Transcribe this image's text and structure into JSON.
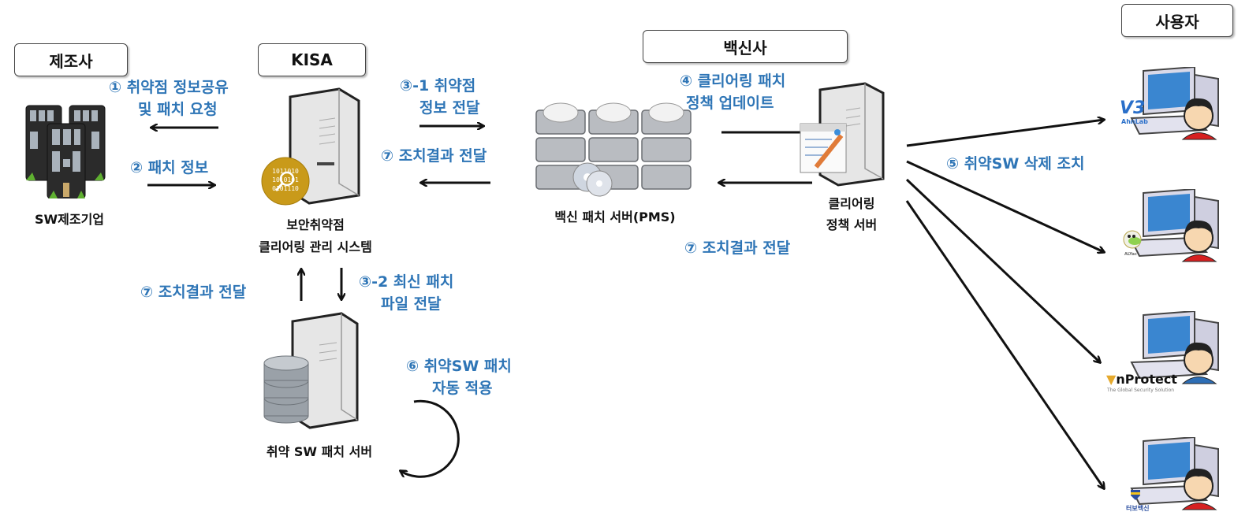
{
  "headers": {
    "manufacturer": "제조사",
    "kisa": "KISA",
    "vaccine": "백신사",
    "user": "사용자"
  },
  "nodes": {
    "sw_maker": "SW제조기업",
    "kisa_system": [
      "보안취약점",
      "클리어링 관리 시스템"
    ],
    "pms": "백신 패치 서버(PMS)",
    "clearing_server": [
      "클리어링",
      "정책 서버"
    ],
    "patch_server": "취약 SW 패치 서버"
  },
  "steps": {
    "s1": [
      "① 취약점 정보공유",
      "및 패치 요청"
    ],
    "s2": "② 패치 정보",
    "s3_1": [
      "③-1 취약점",
      "정보 전달"
    ],
    "s7_a": "⑦ 조치결과 전달",
    "s4": [
      "④ 클리어링 패치",
      "정책 업데이트"
    ],
    "s7_b": "⑦ 조치결과 전달",
    "s5": "⑤ 취약SW 삭제 조치",
    "s7_c": "⑦ 조치결과 전달",
    "s3_2": [
      "③-2 최신 패치",
      "파일 전달"
    ],
    "s6": [
      "⑥ 취약SW 패치",
      "자동 적용"
    ]
  },
  "vendor_logos": {
    "ahnlab": "AhnLab",
    "alyac": "ALYac",
    "nprotect": "nProtect",
    "nprotect_tag": "The Global Security Solution",
    "turbo": "터보백신"
  },
  "colors": {
    "step_text": "#2e75b6",
    "arrow": "#111111"
  }
}
